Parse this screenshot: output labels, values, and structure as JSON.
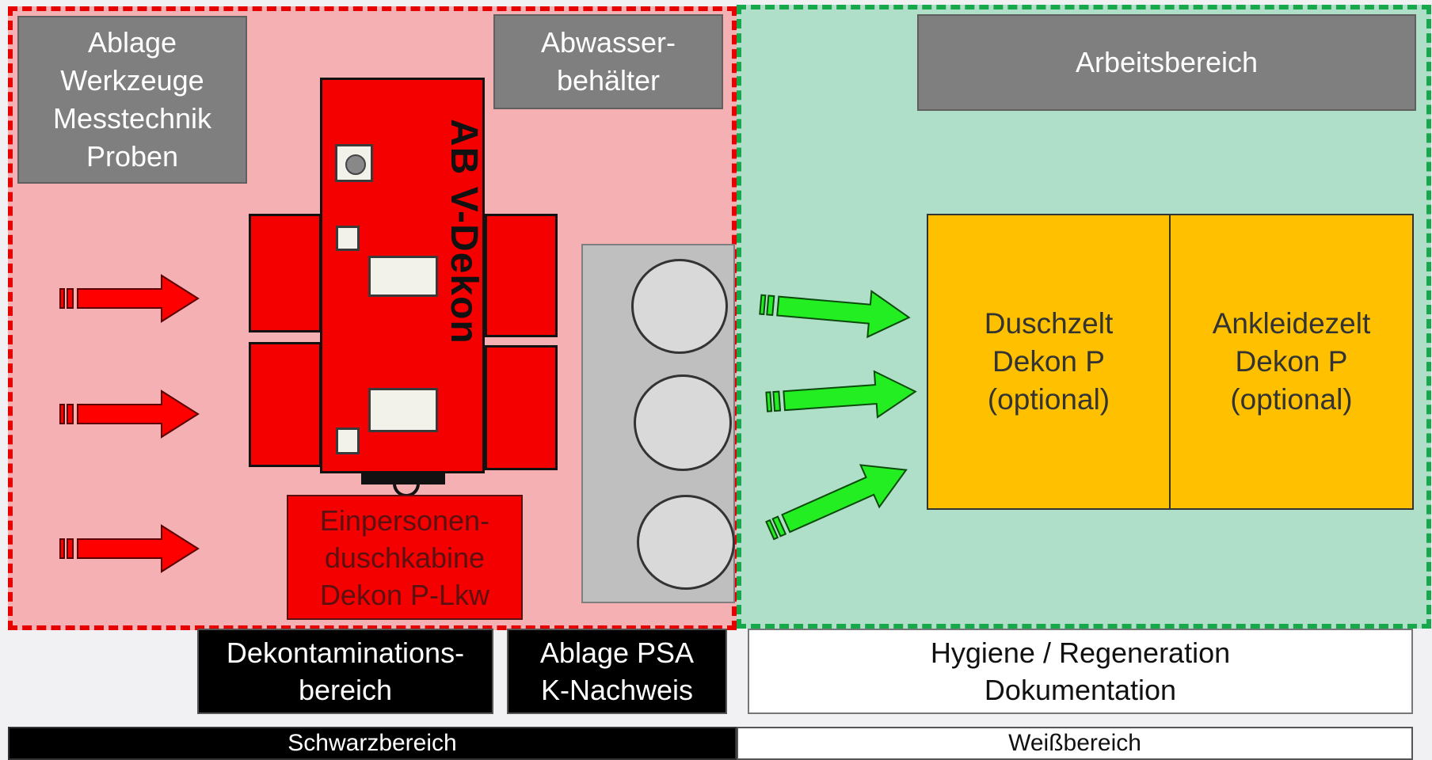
{
  "boxes": {
    "ablage_werkzeuge": "Ablage\nWerkzeuge\nMesstechnik\nProben",
    "abwasser": "Abwasser-\nbehälter",
    "arbeitsbereich": "Arbeitsbereich",
    "einpersonen": "Einpersonen-\nduschkabine\nDekon P-Lkw",
    "vehicle_label": "AB V-Dekon",
    "duschzelt": "Duschzelt\nDekon P\n(optional)",
    "ankleidezelt": "Ankleidezelt\nDekon P\n(optional)"
  },
  "labels": {
    "dekontamination": "Dekontaminations-\nbereich",
    "ablage_psa": "Ablage PSA\nK-Nachweis",
    "hygiene": "Hygiene / Regeneration\nDokumentation"
  },
  "footer": {
    "schwarz": "Schwarzbereich",
    "weiss": "Weißbereich"
  },
  "colors": {
    "black_zone": "#f4b0b3",
    "black_zone_border": "#e60000",
    "white_zone": "#afdfc8",
    "white_zone_border": "#16a84b",
    "red_arrow": "#ff0000",
    "green_arrow": "#22ee22",
    "tent": "#ffc000",
    "grey_box": "#7f7f7f"
  }
}
